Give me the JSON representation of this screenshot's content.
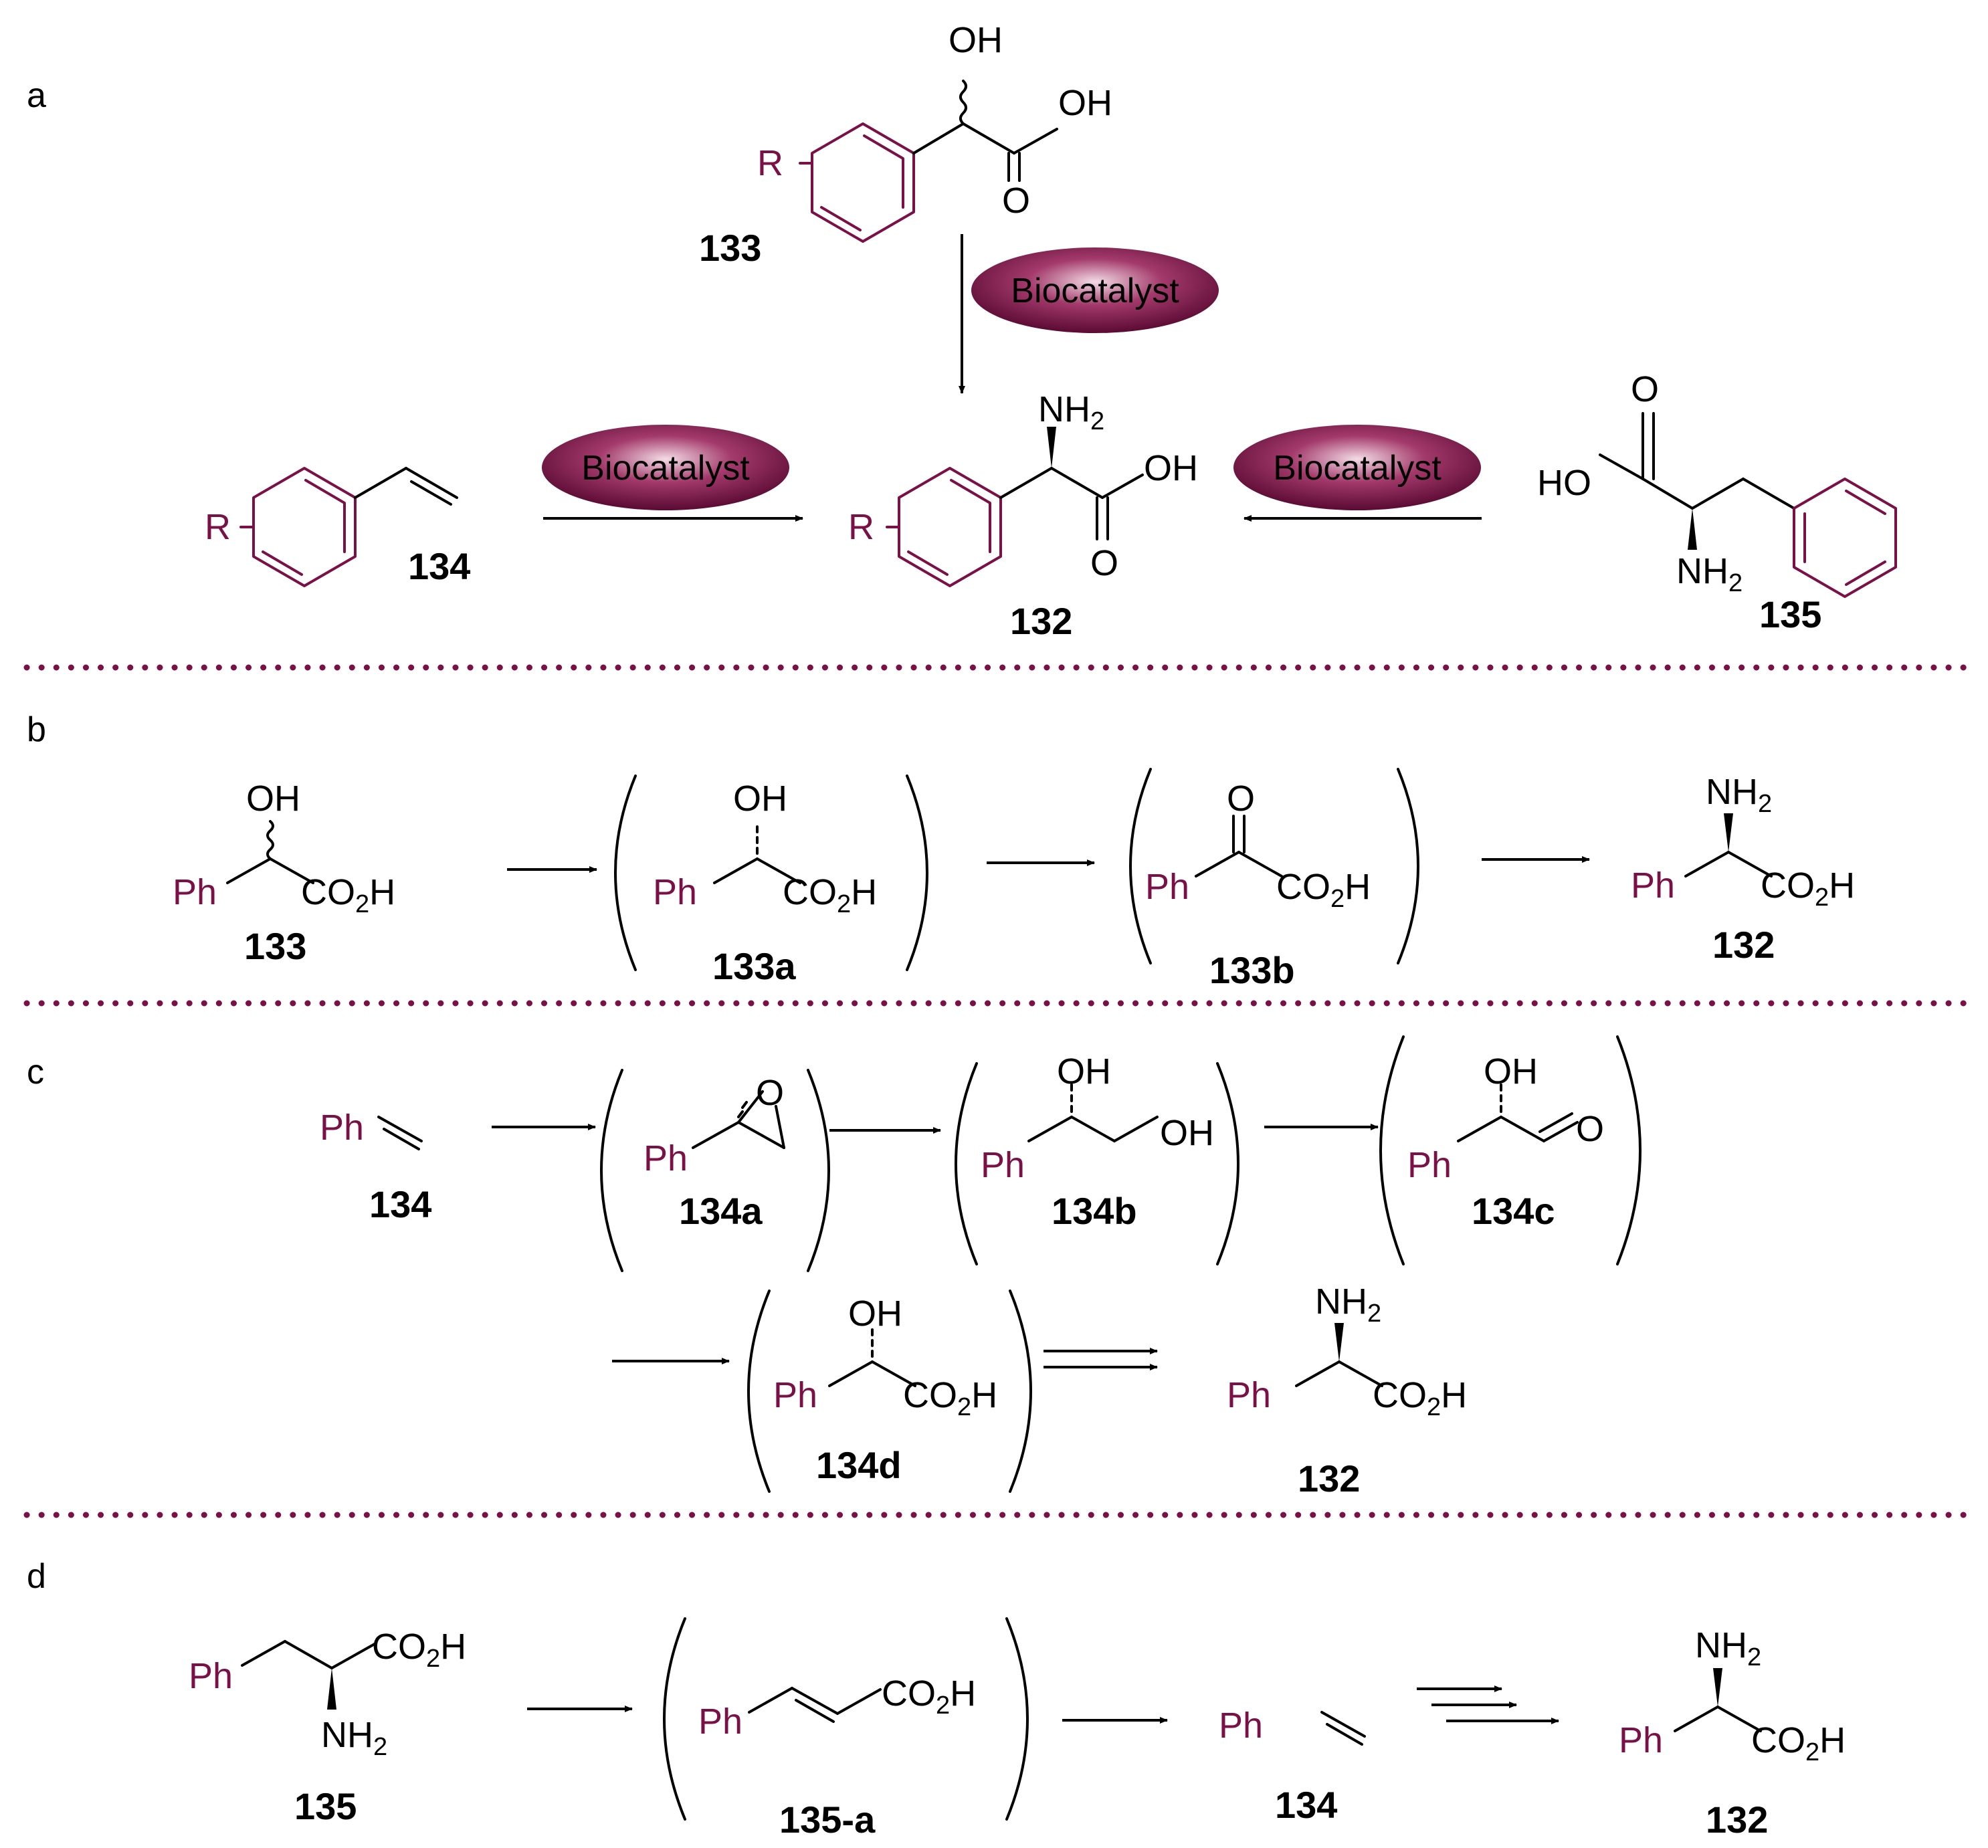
{
  "section_labels": {
    "a": "a",
    "b": "b",
    "c": "c",
    "d": "d"
  },
  "biocatalyst_label": "Biocatalyst",
  "atoms": {
    "OH": "OH",
    "O": "O",
    "R": "R",
    "HO": "HO",
    "Ph": "Ph",
    "NH": "NH",
    "H": "H",
    "CO": "CO",
    "sub2": "2"
  },
  "compounds": {
    "c132": "132",
    "c133": "133",
    "c133a": "133a",
    "c133b": "133b",
    "c134": "134",
    "c134a": "134a",
    "c134b": "134b",
    "c134c": "134c",
    "c134d": "134d",
    "c135": "135",
    "c135a": "135-a"
  },
  "colors": {
    "accent": "#7b1047",
    "ink": "#000000"
  }
}
